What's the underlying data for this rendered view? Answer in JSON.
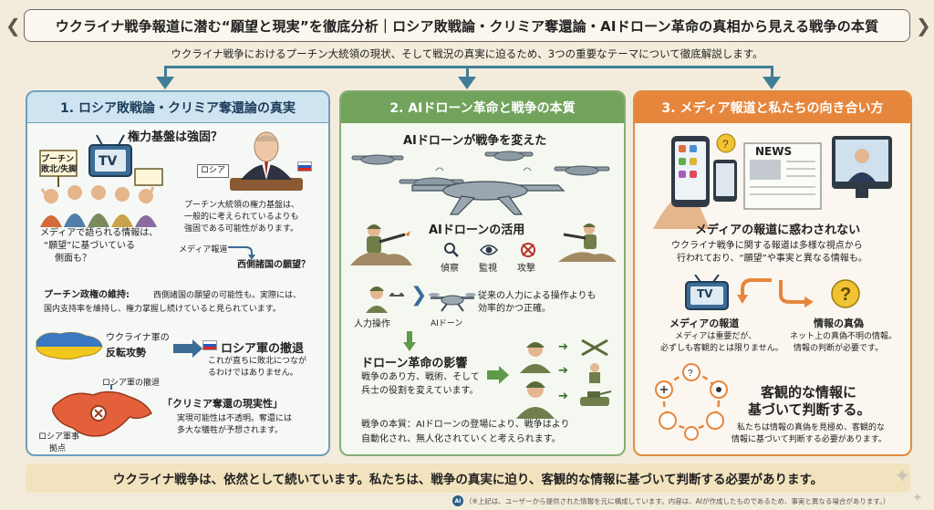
{
  "header": {
    "title": "ウクライナ戦争報道に潜む“願望と現実”を徹底分析｜ロシア敗戦論・クリミア奪還論・AIドローン革命の真相から見える戦争の本質",
    "subtitle": "ウクライナ戦争におけるプーチン大統領の現状、そして戦況の真実に迫るため、3つの重要なテーマについて徹底解説します。"
  },
  "panel1": {
    "heading": "1. ロシア敗戦論・クリミア奪還論の真実",
    "power_title": "権力基盤は強固？",
    "sign_text": "プーチン\n敗北/失脚",
    "tv_label": "TV",
    "russia_label": "ロシア",
    "power_desc": [
      "プーチン大統領の権力基盤は、",
      "一般的に考えられているよりも",
      "強固である可能性があります。"
    ],
    "media_question": [
      "メディアで語られる情報は、",
      "“願望”に基づいている",
      "側面も？"
    ],
    "media_report_label": "メディア報道",
    "wish_label": "西側諸国の願望？",
    "regime_title": "プーチン政権の維持:",
    "regime_desc": [
      "西側諸国の願望の可能性も。実際には、",
      "国内支持率を維持し、権力掌握し続けていると見られています。"
    ],
    "counter_label": [
      "ウクライナ軍の",
      "反転攻勢"
    ],
    "withdraw_label": "ロシア軍の撤退",
    "withdraw_desc": [
      "これが直ちに敗北につなが",
      "るわけではありません。"
    ],
    "map_withdraw_label": "ロシア軍の撤退",
    "base_label": [
      "ロシア軍事",
      "拠点"
    ],
    "crimea_title": "「クリミア奪還の現実性」",
    "crimea_desc": [
      "実現可能性は不透明。奪還には",
      "多大な犠牲が予想されます。"
    ]
  },
  "panel2": {
    "heading": "2. AIドローン革命と戦争の本質",
    "drone_title": "AIドローンが戦争を変えた",
    "usage_title": "AIドローンの活用",
    "uses": [
      {
        "label": "偵察",
        "icon": "magnifier-icon"
      },
      {
        "label": "監視",
        "icon": "eye-icon"
      },
      {
        "label": "攻撃",
        "icon": "target-icon"
      }
    ],
    "manual_label": "人力操作",
    "ai_drone_label": "AIドーン",
    "efficiency": [
      "従来の人力による操作よりも",
      "効率的かつ正確。"
    ],
    "impact_title": "ドローン革命の影響",
    "impact_desc": [
      "戦争のあり方、戦術、そして",
      "兵士の役割を変えています。"
    ],
    "essence": [
      "戦争の本質：AIドローンの登場により、戦争はより",
      "自動化され、無人化されていくと考えられます。"
    ]
  },
  "panel3": {
    "heading": "3. メディア報道と私たちの向き合い方",
    "news_label": "NEWS",
    "mislead_title": "メディアの報道に惑わされない",
    "mislead_desc": [
      "ウクライナ戦争に関する報道は多様な視点から",
      "行われており、“願望”や事実と異なる情報も。"
    ],
    "tv_label": "TV",
    "media_title": "メディアの報道",
    "media_desc": [
      "メディアは重要だが、",
      "必ずしも客観的とは限りません。"
    ],
    "truth_title": "情報の真偽",
    "truth_desc": [
      "ネット上の真偽不明の情報。",
      "情報の判断が必要です。"
    ],
    "objective_title": [
      "客観的な情報に",
      "基づいて判断する。"
    ],
    "objective_desc": [
      "私たちは情報の真偽を見極め、客観的な",
      "情報に基づいて判断する必要があります。"
    ]
  },
  "footer": {
    "conclusion": "ウクライナ戦争は、依然として続いています。私たちは、戦争の真実に迫り、客観的な情報に基づいて判断する必要があります。",
    "ai_badge": "AI",
    "note": "（※上記は、ユーザーから提供された情報を元に構成しています。内容は、AIが作成したものであるため、事実と異なる場合があります。）"
  },
  "colors": {
    "panel1_accent": "#6f9fbd",
    "panel2_accent": "#72a35c",
    "panel3_accent": "#e6863c",
    "arrow": "#3f7e95"
  }
}
